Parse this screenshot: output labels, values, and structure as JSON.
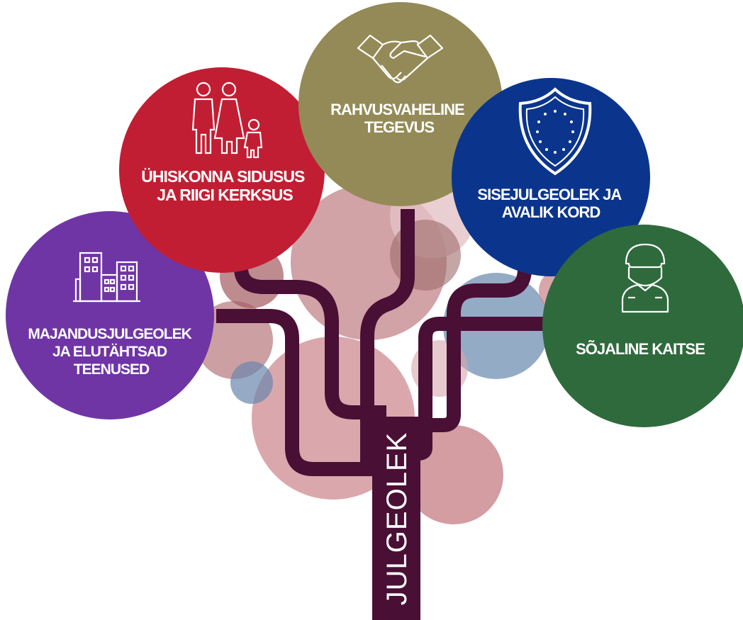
{
  "trunk": {
    "label": "JULGEOLEK",
    "color": "#4a0f35"
  },
  "colors": {
    "background": "#ffffff",
    "bubble_rose": "#b56a6f",
    "bubble_blue": "#5b7ea6",
    "bubble_pink": "#d7a7ad"
  },
  "nodes": [
    {
      "id": "economic",
      "lines": [
        "MAJANDUSJULGEOLEK",
        "JA ELUTÄHTSAD",
        "TEENUSED"
      ],
      "color": "#6f35a5",
      "icon": "buildings-icon"
    },
    {
      "id": "cohesion",
      "lines": [
        "ÜHISKONNA SIDUSUS",
        "JA RIIGI KERKSUS"
      ],
      "color": "#c21e33",
      "icon": "family-icon"
    },
    {
      "id": "international",
      "lines": [
        "RAHVUSVAHELINE",
        "TEGEVUS"
      ],
      "color": "#948a57",
      "icon": "handshake-icon"
    },
    {
      "id": "internal",
      "lines": [
        "SISEJULGEOLEK JA",
        "AVALIK KORD"
      ],
      "color": "#0b358c",
      "icon": "shield-icon"
    },
    {
      "id": "military",
      "lines": [
        "SÕJALINE KAITSE"
      ],
      "color": "#2f6a3c",
      "icon": "soldier-icon"
    }
  ]
}
